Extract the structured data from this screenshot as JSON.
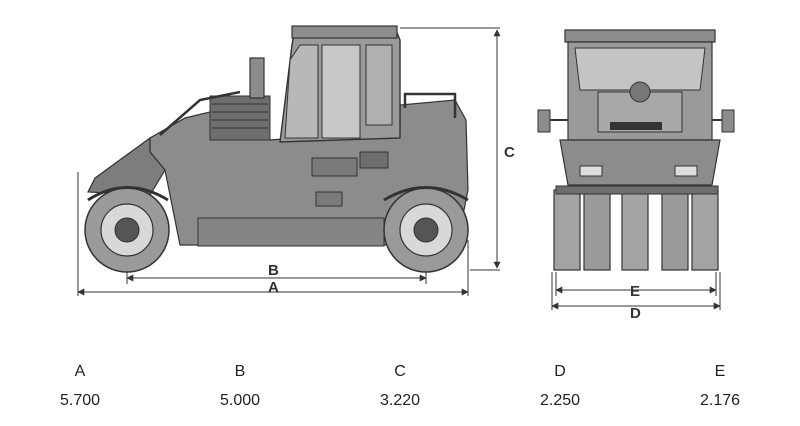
{
  "diagram": {
    "side_labels": {
      "a": "A",
      "b": "B",
      "c": "C"
    },
    "front_labels": {
      "d": "D",
      "e": "E"
    }
  },
  "specs": [
    {
      "key": "A",
      "value": "5.700"
    },
    {
      "key": "B",
      "value": "5.000"
    },
    {
      "key": "C",
      "value": "3.220"
    },
    {
      "key": "D",
      "value": "2.250"
    },
    {
      "key": "E",
      "value": "2.176"
    }
  ],
  "colors": {
    "body": "#8c8c8c",
    "body_dark": "#6e6e6e",
    "tire": "#9a9a9a",
    "line": "#333333"
  }
}
